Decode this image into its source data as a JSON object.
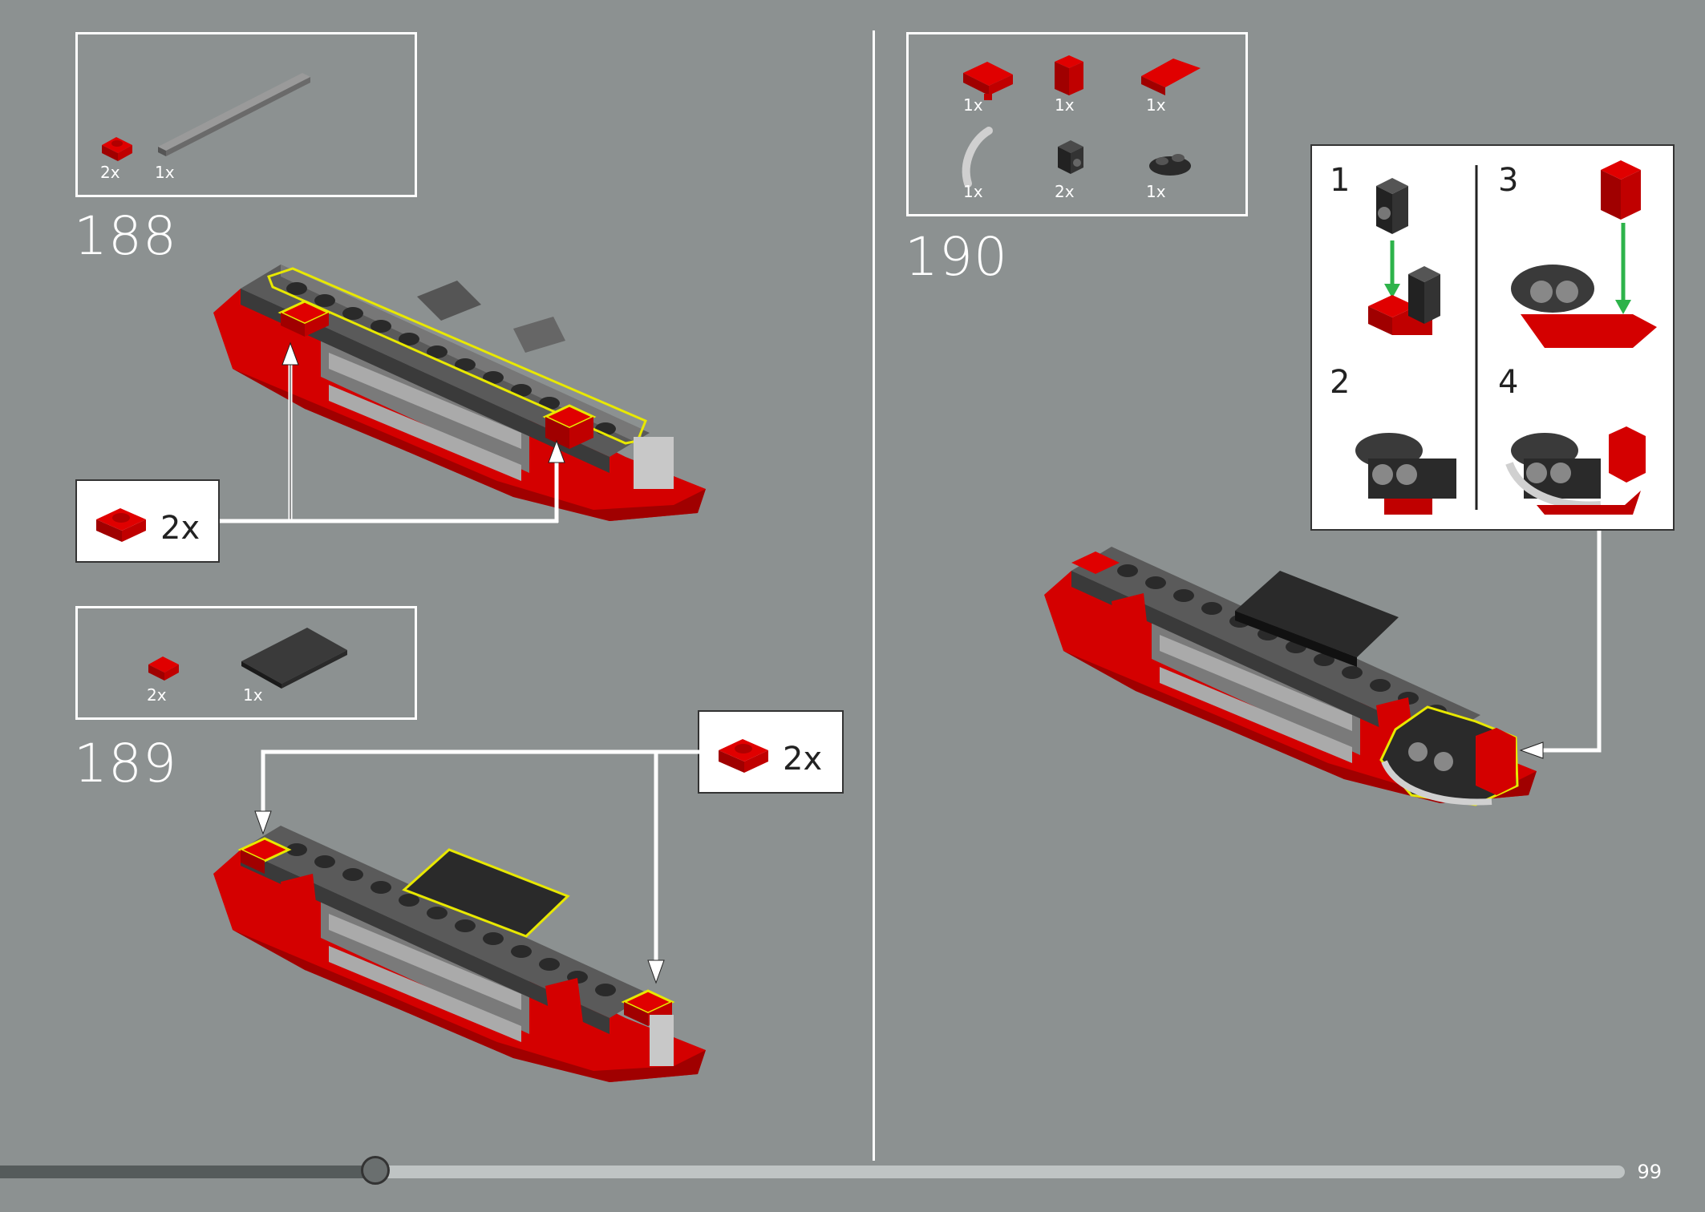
{
  "page": {
    "number": "99"
  },
  "steps": [
    {
      "number": "188",
      "parts": [
        {
          "qty": "2x",
          "name": "red-plate-1x1"
        },
        {
          "qty": "1x",
          "name": "gray-plate-1x12"
        }
      ],
      "callout": {
        "qty": "2x"
      }
    },
    {
      "number": "189",
      "parts": [
        {
          "qty": "2x",
          "name": "red-plate-1x1"
        },
        {
          "qty": "1x",
          "name": "dark-tile-2x4"
        }
      ],
      "callout": {
        "qty": "2x"
      }
    },
    {
      "number": "190",
      "parts": [
        {
          "qty": "1x",
          "name": "red-plate-with-clip"
        },
        {
          "qty": "1x",
          "name": "red-brick-1x1"
        },
        {
          "qty": "1x",
          "name": "red-wedge-plate"
        },
        {
          "qty": "1x",
          "name": "light-gray-curved-bar"
        },
        {
          "qty": "2x",
          "name": "dark-brick-with-headlight"
        },
        {
          "qty": "1x",
          "name": "dark-round-plate-2x1"
        }
      ],
      "subassembly": {
        "substeps": [
          "1",
          "2",
          "3",
          "4"
        ]
      }
    }
  ],
  "colors": {
    "background": "#8c9191",
    "red": "#d00000",
    "highlight": "#e8e800",
    "arrow": "#2db34a"
  },
  "progress": {
    "fraction": 0.22
  }
}
